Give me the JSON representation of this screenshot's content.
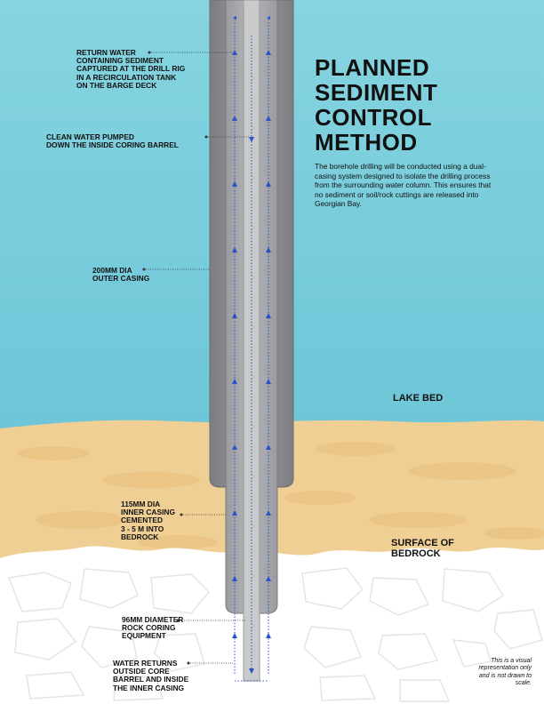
{
  "title": "PLANNED\nSEDIMENT\nCONTROL\nMETHOD",
  "description": "The borehole drilling will be conducted using a dual-casing system designed to isolate the drilling process from the surrounding water column. This ensures that no sediment or soil/rock cuttings are released into Georgian Bay.",
  "zones": {
    "lake_bed": "LAKE BED",
    "bedrock": "SURFACE OF\nBEDROCK"
  },
  "callouts": {
    "return_water": "RETURN WATER\nCONTAINING SEDIMENT\nCAPTURED AT THE DRILL RIG\nIN A RECIRCULATION TANK\nON THE BARGE DECK",
    "clean_water": "CLEAN WATER PUMPED\nDOWN THE INSIDE CORING BARREL",
    "outer_casing": "200MM DIA\nOUTER CASING",
    "inner_casing": "115MM DIA\nINNER CASING\nCEMENTED\n3 - 5 M INTO\nBEDROCK",
    "coring_equipment": "96MM DIAMETER\nROCK CORING\nEQUIPMENT",
    "water_returns": "WATER RETURNS\nOUTSIDE CORE\nBARREL AND INSIDE\nTHE INNER CASING"
  },
  "disclaimer": "This is a visual representation only and is not drawn to scale.",
  "colors": {
    "water": "#7fd0de",
    "sand": "#f0cf95",
    "bedrock": "#ffffff",
    "outer_casing": "#8e8f93",
    "inner_casing": "#a7a8ab",
    "core_barrel": "#c6c7c9",
    "flow_arrow": "#2b50c8",
    "text": "#111111"
  }
}
